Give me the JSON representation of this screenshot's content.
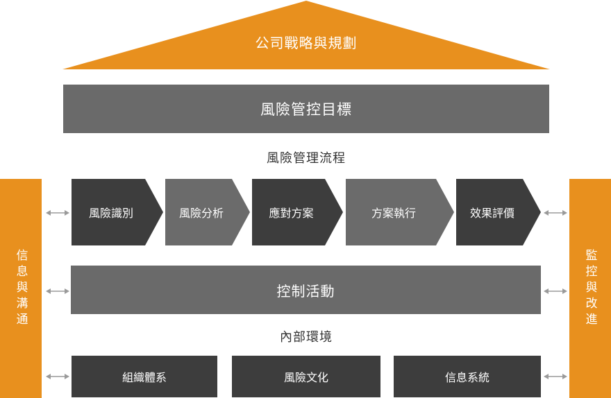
{
  "roof": {
    "title": "公司戰略與規劃"
  },
  "target": {
    "label": "風險管控目標"
  },
  "process": {
    "label": "風險管理流程",
    "steps": [
      {
        "label": "風險識別",
        "shade": "dark"
      },
      {
        "label": "風險分析",
        "shade": "mid"
      },
      {
        "label": "應對方案",
        "shade": "dark"
      },
      {
        "label": "方案執行",
        "shade": "mid"
      },
      {
        "label": "效果評價",
        "shade": "dark"
      }
    ]
  },
  "control": {
    "label": "控制活動"
  },
  "environment": {
    "label": "內部環境",
    "items": [
      "組織體系",
      "風險文化",
      "信息系統"
    ]
  },
  "sides": {
    "left": "信息與溝通",
    "right": "監控與改進"
  },
  "colors": {
    "accent": "#e8901e",
    "dark": "#3d3d3d",
    "mid": "#6b6b6b",
    "arrow": "#9a9a9a"
  }
}
